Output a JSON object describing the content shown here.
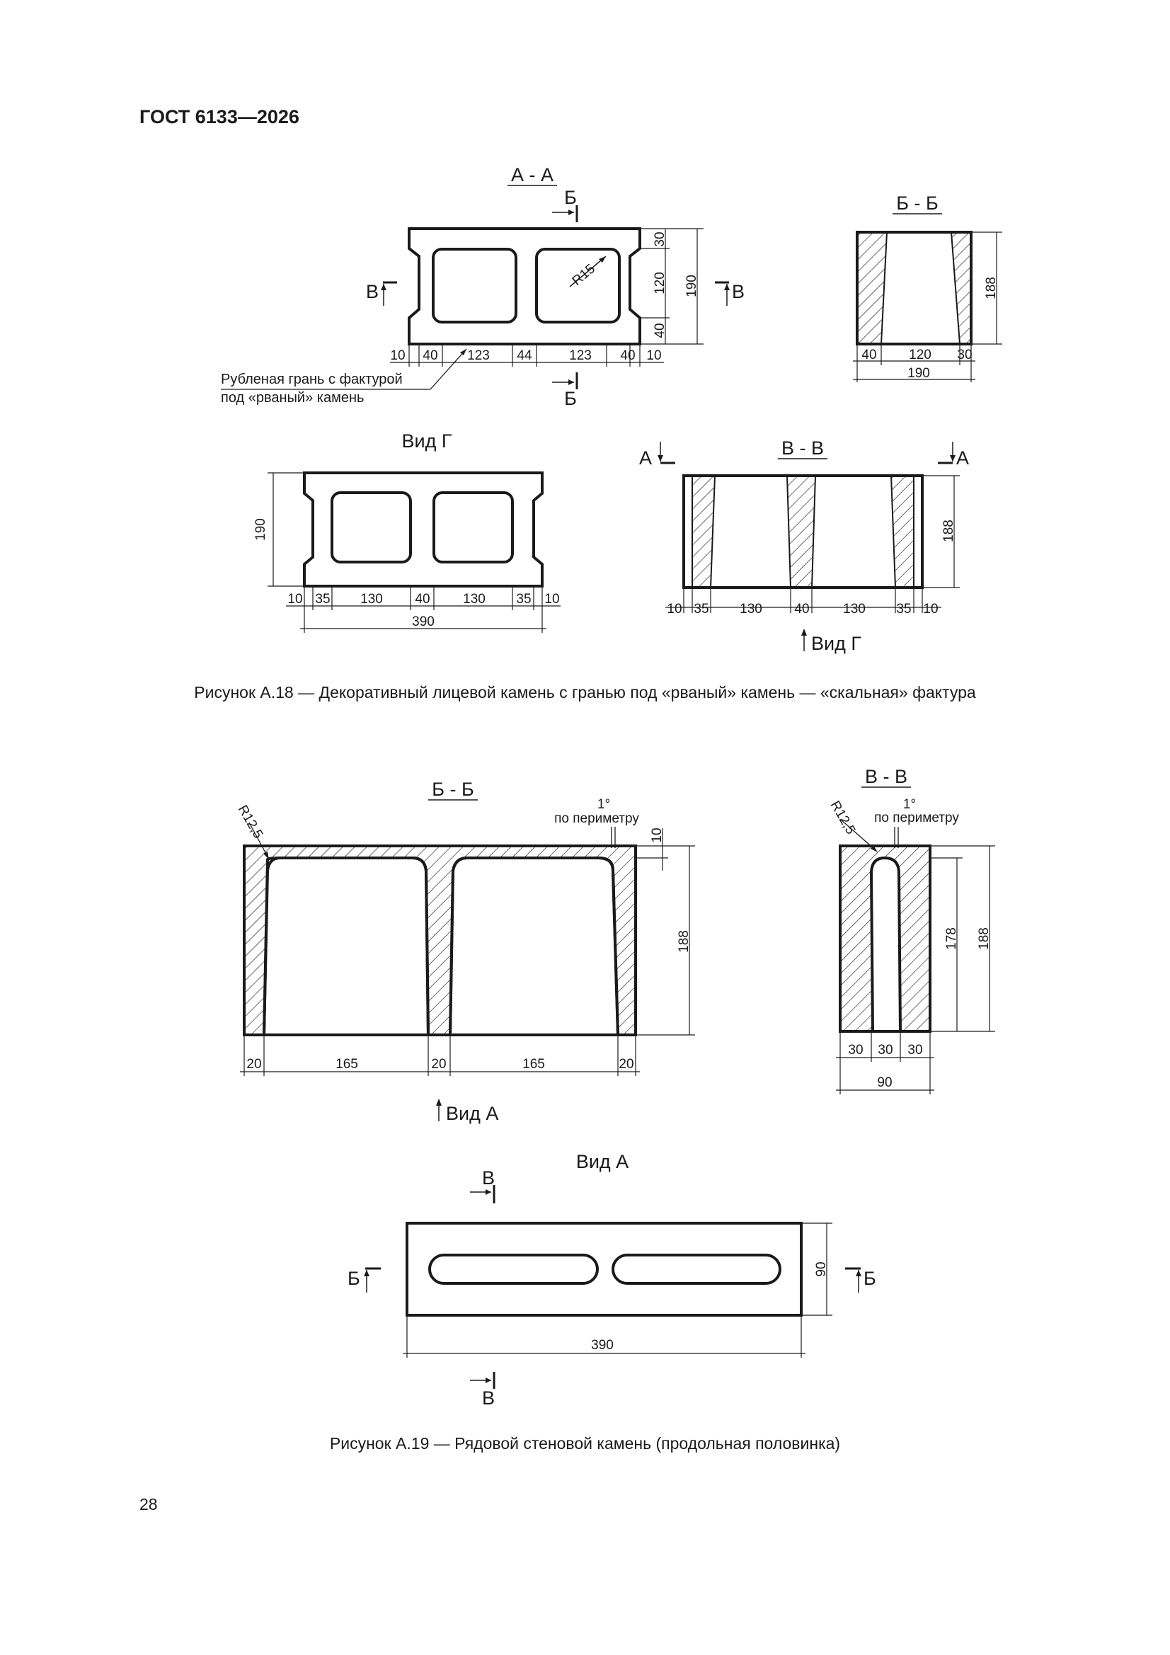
{
  "header": "ГОСТ 6133—2026",
  "page_number": "28",
  "figure_a18": {
    "caption": "Рисунок А.18 — Декоративный лицевой камень с гранью под «рваный» камень — «скальная» фактура",
    "section_aa": {
      "title": "А - А",
      "cut_b": "Б",
      "cut_v": "В",
      "radius": "R15",
      "dims_h": [
        "10",
        "40",
        "123",
        "44",
        "123",
        "40",
        "10"
      ],
      "dims_v": [
        "30",
        "120",
        "40"
      ],
      "total_v": "190",
      "note_line1": "Рубленая грань с фактурой",
      "note_line2": "под «рваный» камень"
    },
    "section_bb": {
      "title": "Б - Б",
      "dims_h": [
        "40",
        "120",
        "30"
      ],
      "total_h": "190",
      "total_v": "188"
    },
    "view_g": {
      "title": "Вид Г",
      "dims_h": [
        "10",
        "35",
        "130",
        "40",
        "130",
        "35",
        "10"
      ],
      "total_h": "390",
      "total_v": "190"
    },
    "section_vv": {
      "title": "В - В",
      "cut_a": "А",
      "dims_h": [
        "10",
        "35",
        "130",
        "40",
        "130",
        "35",
        "10"
      ],
      "total_v": "188",
      "view_label": "Вид Г"
    }
  },
  "figure_a19": {
    "caption": "Рисунок А.19 — Рядовой стеновой камень (продольная половинка)",
    "section_bb": {
      "title": "Б - Б",
      "radius": "R12,5",
      "angle": "1°",
      "angle_note": "по периметру",
      "top_dim": "10",
      "dims_h": [
        "20",
        "165",
        "20",
        "165",
        "20"
      ],
      "total_v": "188",
      "view_label": "Вид А"
    },
    "section_vv": {
      "title": "В - В",
      "radius": "R12,5",
      "angle": "1°",
      "angle_note": "по периметру",
      "dims_h": [
        "30",
        "30",
        "30"
      ],
      "total_h": "90",
      "dims_v": [
        "178",
        "188"
      ]
    },
    "view_a": {
      "title": "Вид А",
      "cut_v": "В",
      "cut_b": "Б",
      "total_h": "390",
      "total_v": "90"
    }
  }
}
